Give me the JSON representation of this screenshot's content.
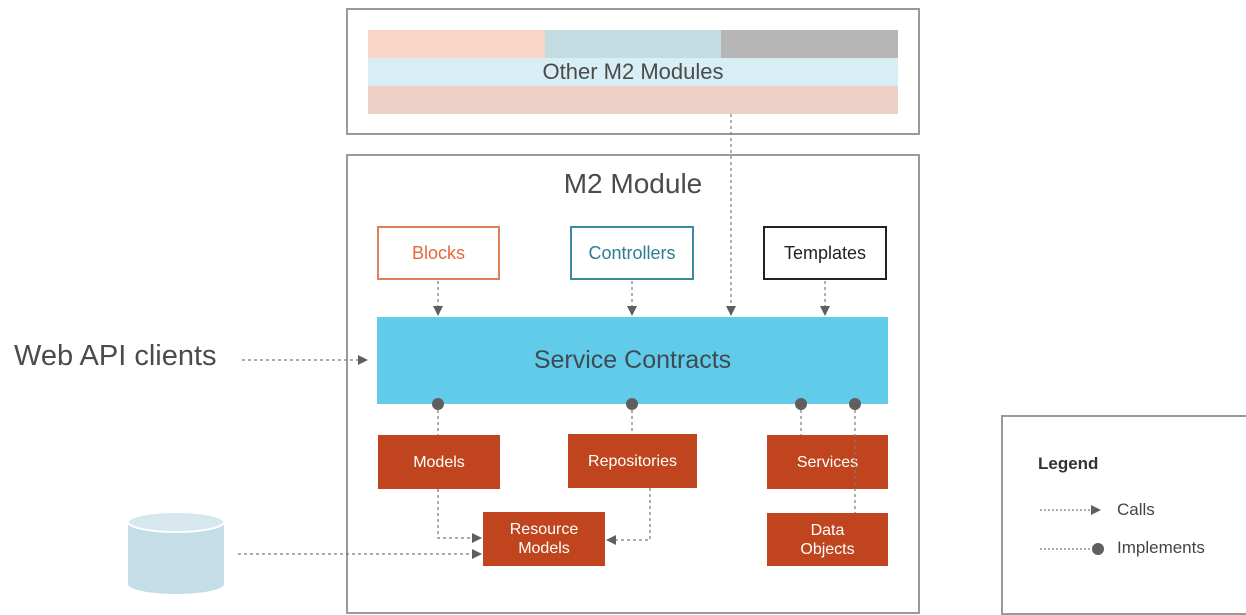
{
  "other_modules": {
    "label": "Other M2 Modules",
    "colors": {
      "segment_1": "#f9d5c5",
      "segment_2": "#c2dde2",
      "segment_3": "#b6b6b6",
      "middle": "#d7eef5",
      "bottom": "#edd0c6"
    }
  },
  "module": {
    "title": "M2 Module",
    "blocks": "Blocks",
    "controllers": "Controllers",
    "templates": "Templates",
    "service_contracts": "Service Contracts",
    "models": "Models",
    "repositories": "Repositories",
    "services": "Services",
    "resource_models": "Resource\nModels",
    "data_objects": "Data\nObjects"
  },
  "web_api_clients": "Web API clients",
  "legend": {
    "title": "Legend",
    "calls": "Calls",
    "implements": "Implements"
  },
  "colors": {
    "service_contracts": "#61cbea",
    "implementation_boxes": "#c0451f",
    "database": "#c5dde6",
    "connector": "#6b6b6b"
  }
}
